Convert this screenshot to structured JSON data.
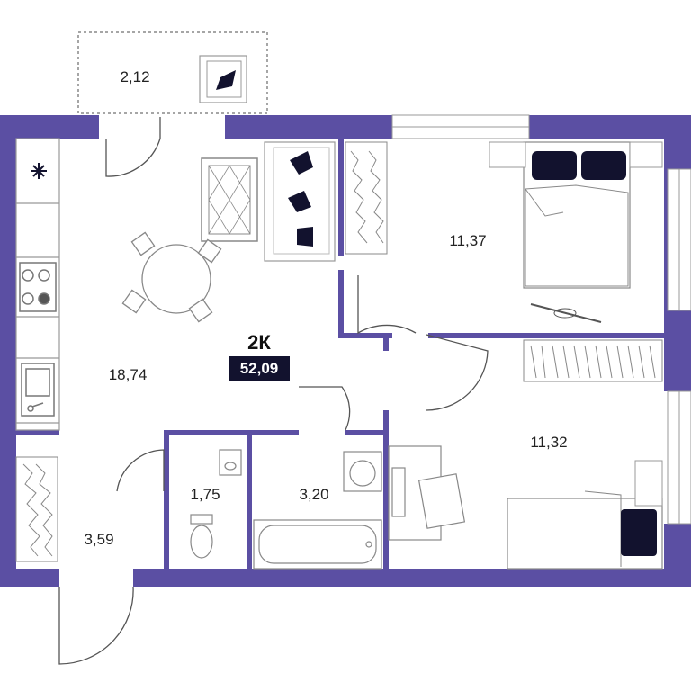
{
  "apartment": {
    "type": "2К",
    "total_area": "52,09"
  },
  "rooms": [
    {
      "id": "balcony",
      "area": "2,12"
    },
    {
      "id": "bedroom",
      "area": "11,37"
    },
    {
      "id": "kitchen",
      "area": "18,74"
    },
    {
      "id": "room2",
      "area": "11,32"
    },
    {
      "id": "toilet",
      "area": "1,75"
    },
    {
      "id": "bathroom",
      "area": "3,20"
    },
    {
      "id": "hallway",
      "area": "3,59"
    }
  ],
  "colors": {
    "wall": "#5b4fa3",
    "accent_dark": "#12122e",
    "line": "#888888"
  },
  "icons": [
    "snowflake-icon",
    "stove-icon",
    "sink-icon",
    "bed-icon",
    "sofa-icon",
    "dining-table-icon",
    "bathtub-icon",
    "toilet-icon",
    "desk-icon",
    "wardrobe-icon",
    "rug-icon"
  ]
}
